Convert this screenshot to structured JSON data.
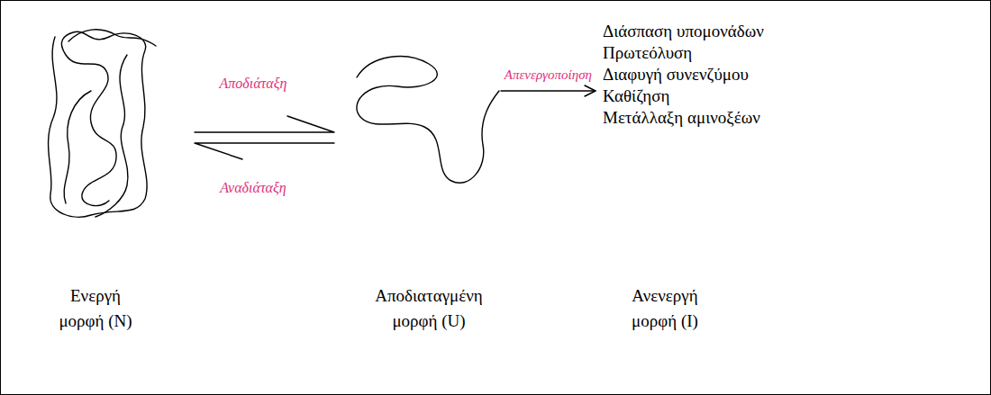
{
  "diagram": {
    "labels": [
      "Αποδιάταξη",
      "Αναδιάταξη",
      "Απενεργοποίηση",
      "Διάσπαση υπομονάδων",
      "Πρωτεόλυση",
      "Διαφυγή συνενζύμου",
      "Καθίζηση",
      "Μετάλλαξη αμινοξέων",
      "Ενεργή μορφή (N)",
      "Αποδιαταγμένη μορφή (U)",
      "Ανενεργή μορφή (I)"
    ]
  }
}
